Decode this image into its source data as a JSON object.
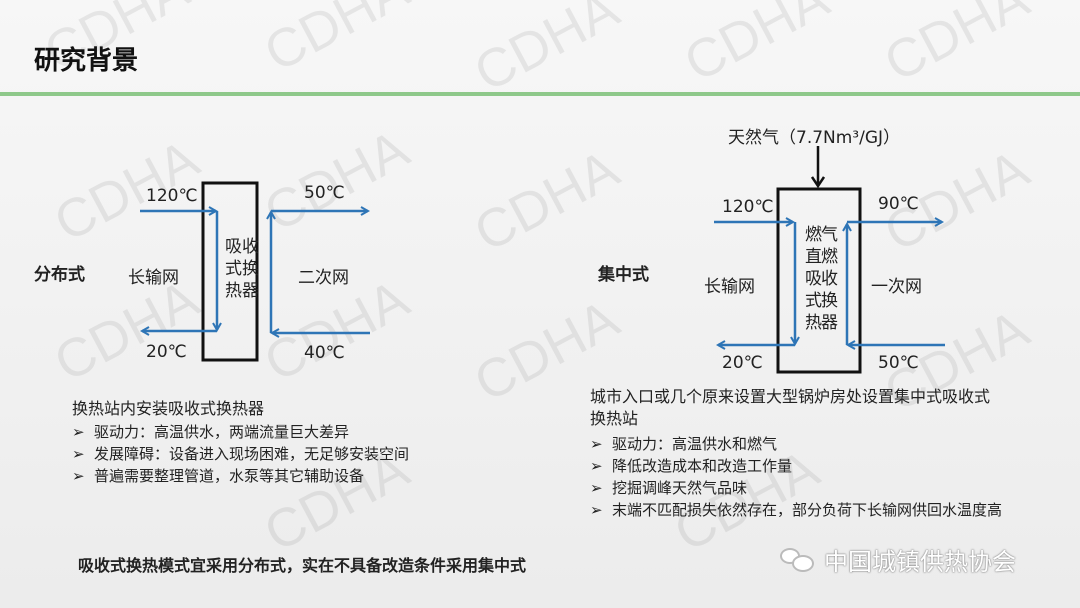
{
  "title": "研究背景",
  "watermark": "CDHA",
  "left": {
    "label": "分布式",
    "in_temp": "120℃",
    "out_temp": "20℃",
    "sec_out_temp": "50℃",
    "sec_in_temp": "40℃",
    "left_net": "长输网",
    "right_net": "二次网",
    "box": "吸收式换热器",
    "heading": "换热站内安装吸收式换热器",
    "bullets": [
      "驱动力：高温供水，两端流量巨大差异",
      "发展障碍：设备进入现场困难，无足够安装空间",
      "普遍需要整理管道，水泵等其它辅助设备"
    ]
  },
  "right": {
    "label": "集中式",
    "gas": "天然气（7.7Nm³/GJ）",
    "in_temp": "120℃",
    "out_temp": "20℃",
    "sec_out_temp": "90℃",
    "sec_in_temp": "50℃",
    "left_net": "长输网",
    "right_net": "一次网",
    "box": "燃气直燃吸收式换热器",
    "heading": "城市入口或几个原来设置大型锅炉房处设置集中式吸收式换热站",
    "bullets": [
      "驱动力：高温供水和燃气",
      "降低改造成本和改造工作量",
      "挖掘调峰天然气品味",
      "末端不匹配损失依然存在，部分负荷下长输网供回水温度高"
    ]
  },
  "conclusion": "吸收式换热模式宜采用分布式，实在不具备改造条件采用集中式",
  "footer_brand": "中国城镇供热协会",
  "bullet_marker": "➢",
  "colors": {
    "accent_line": "#8ec88a",
    "flow": "#2e75b6"
  }
}
